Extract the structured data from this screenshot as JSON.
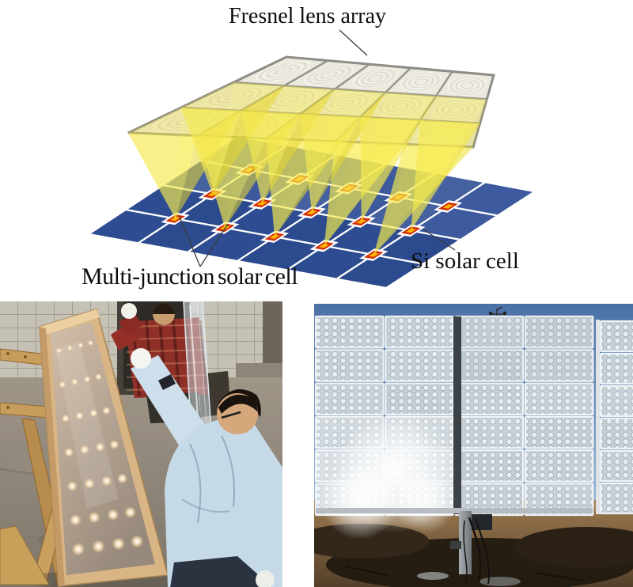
{
  "figure": {
    "schematic": {
      "labels": {
        "fresnel": "Fresnel lens array",
        "multi_junction": "Multi-junction solar cell",
        "si": "Si solar cell"
      },
      "lens_grid": {
        "cols": 5,
        "rows": 3
      },
      "panel_grid": {
        "cols": 6,
        "rows": 4
      },
      "colors": {
        "lens_tile": "#eceadf",
        "lens_ring": "#c6c4bc",
        "lens_frame": "#97968f",
        "cone_yellow": "#f2e437",
        "cone_bright": "#f7ee55",
        "cone_left": "#eede3a",
        "cone_right": "#d9c92b",
        "panel_blue": "#2e4c92",
        "panel_blue_light": "#46619f",
        "panel_line": "#ffffff",
        "cell_red": "#d3310a",
        "cell_core": "#ffb400",
        "cell_pad": "#ffffff",
        "leader_line": "#3c3c3c"
      }
    }
  }
}
